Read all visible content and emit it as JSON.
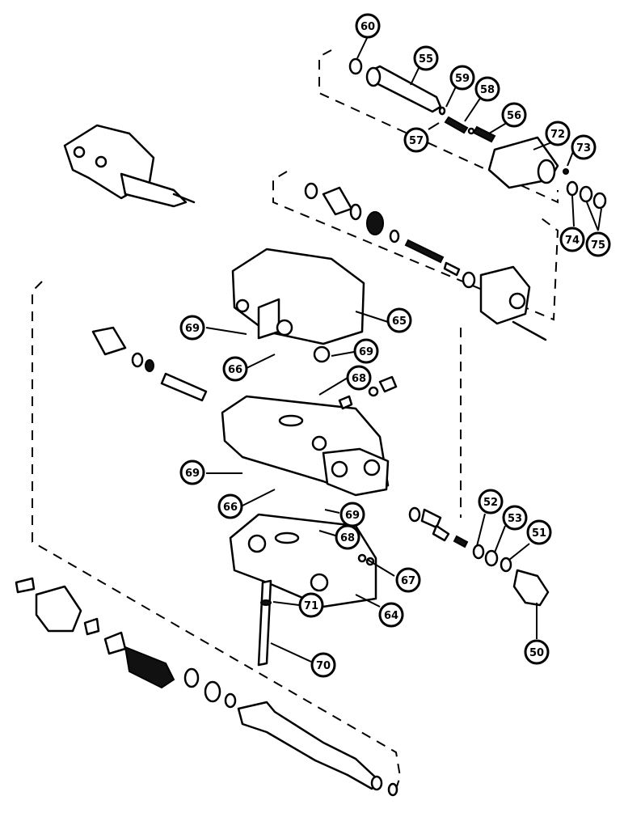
{
  "callouts": [
    {
      "label": "60"
    },
    {
      "label": "55"
    },
    {
      "label": "59"
    },
    {
      "label": "58"
    },
    {
      "label": "57"
    },
    {
      "label": "56"
    },
    {
      "label": "72"
    },
    {
      "label": "73"
    },
    {
      "label": "74"
    },
    {
      "label": "75"
    },
    {
      "label": "65"
    },
    {
      "label": "69"
    },
    {
      "label": "66"
    },
    {
      "label": "69"
    },
    {
      "label": "68"
    },
    {
      "label": "69"
    },
    {
      "label": "66"
    },
    {
      "label": "69"
    },
    {
      "label": "68"
    },
    {
      "label": "52"
    },
    {
      "label": "53"
    },
    {
      "label": "51"
    },
    {
      "label": "67"
    },
    {
      "label": "64"
    },
    {
      "label": "71"
    },
    {
      "label": "70"
    },
    {
      "label": "50"
    }
  ]
}
